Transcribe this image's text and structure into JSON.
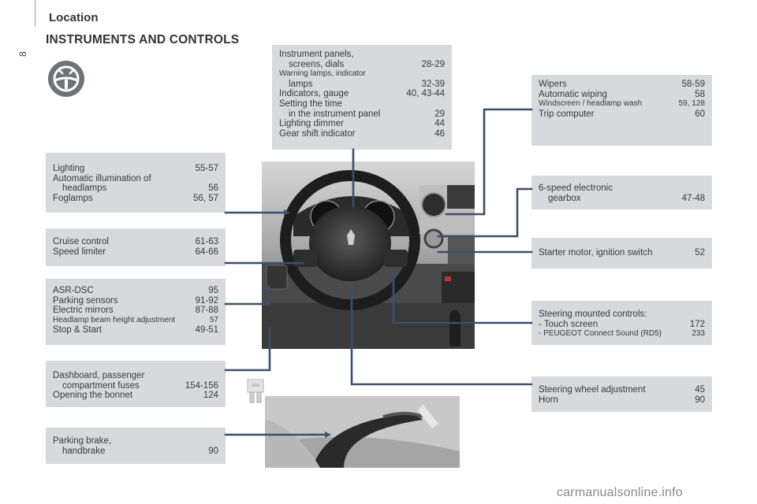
{
  "header": {
    "section": "Location",
    "title": "INSTRUMENTS AND CONTROLS",
    "page_number": "8"
  },
  "icon_names": [
    "steering-wheel-icon",
    "fuse-icon"
  ],
  "boxes": {
    "instruments": [
      {
        "label": "Instrument panels,",
        "page": ""
      },
      {
        "label": "screens, dials",
        "page": "28-29",
        "indent": true
      },
      {
        "label": "Warning lamps, indicator",
        "page": "",
        "small": true
      },
      {
        "label": "lamps",
        "page": "32-39",
        "indent": true
      },
      {
        "label": "Indicators, gauge",
        "page": "40, 43-44"
      },
      {
        "label": "Setting the time",
        "page": ""
      },
      {
        "label": "in the instrument panel",
        "page": "29",
        "indent": true
      },
      {
        "label": "Lighting dimmer",
        "page": "44"
      },
      {
        "label": "Gear shift indicator",
        "page": "46"
      }
    ],
    "wipers": [
      {
        "label": "Wipers",
        "page": "58-59"
      },
      {
        "label": "Automatic wiping",
        "page": "58"
      },
      {
        "label": "Windscreen / headlamp wash",
        "page": "59, 128",
        "small": true
      },
      {
        "label": "Trip computer",
        "page": "60"
      }
    ],
    "lighting": [
      {
        "label": "Lighting",
        "page": "55-57"
      },
      {
        "label": "Automatic illumination of",
        "page": ""
      },
      {
        "label": "headlamps",
        "page": "56",
        "indent": true
      },
      {
        "label": "Foglamps",
        "page": "56, 57"
      }
    ],
    "gearbox": [
      {
        "label": "6-speed electronic",
        "page": ""
      },
      {
        "label": "gearbox",
        "page": "47-48",
        "indent": true
      }
    ],
    "cruise": [
      {
        "label": "Cruise control",
        "page": "61-63"
      },
      {
        "label": "Speed limiter",
        "page": "64-66"
      }
    ],
    "starter": [
      {
        "label": "Starter motor, ignition switch",
        "page": "52"
      }
    ],
    "asr": [
      {
        "label": "ASR-DSC",
        "page": "95"
      },
      {
        "label": "Parking sensors",
        "page": "91-92"
      },
      {
        "label": "Electric mirrors",
        "page": "87-88"
      },
      {
        "label": "Headlamp beam height adjustment",
        "page": "57",
        "small": true
      },
      {
        "label": "Stop & Start",
        "page": "49-51"
      }
    ],
    "steering_controls": [
      {
        "label": "Steering mounted controls:",
        "page": ""
      },
      {
        "label": "- Touch screen",
        "page": "172"
      },
      {
        "label": "- PEUGEOT Connect Sound (RD5)",
        "page": "233",
        "small": true
      }
    ],
    "dashboard": [
      {
        "label": "Dashboard, passenger",
        "page": ""
      },
      {
        "label": "compartment fuses",
        "page": "154-156",
        "indent": true
      },
      {
        "label": "Opening the bonnet",
        "page": "124"
      }
    ],
    "wheel_adjust": [
      {
        "label": "Steering wheel adjustment",
        "page": "45"
      },
      {
        "label": "Horn",
        "page": "90"
      }
    ],
    "parking": [
      {
        "label": "Parking brake,",
        "page": ""
      },
      {
        "label": "handbrake",
        "page": "90",
        "indent": true
      }
    ]
  },
  "colors": {
    "box_bg": "#d7d9dc",
    "leader_line": "#3d4f6b",
    "text": "#3a3a3a"
  },
  "watermark": "carmanualsonline.info"
}
